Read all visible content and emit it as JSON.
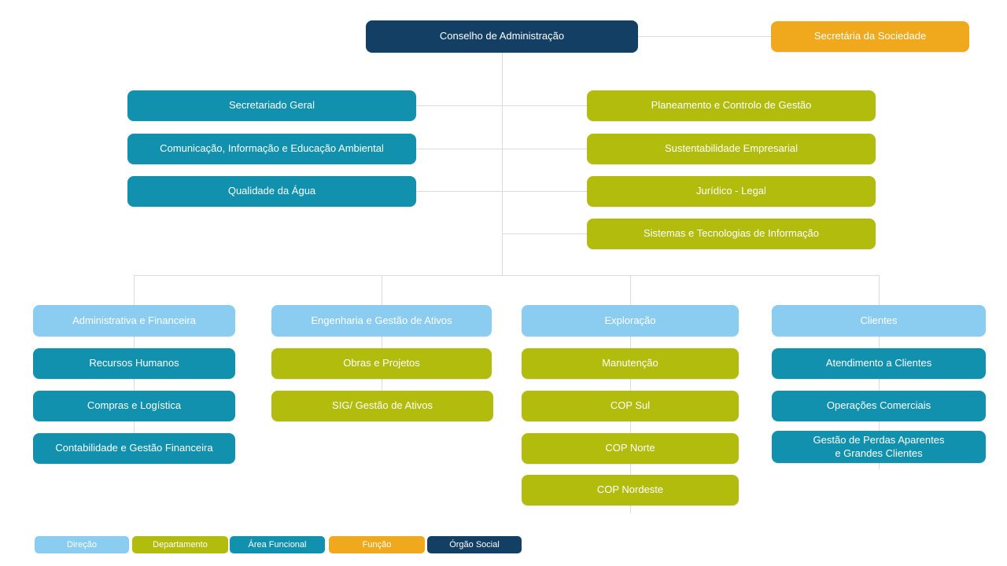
{
  "org": {
    "board": {
      "label": "Conselho de Administração"
    },
    "secretary": {
      "label": "Secretária da Sociedade"
    },
    "areas": [
      {
        "label": "Secretariado Geral"
      },
      {
        "label": "Comunicação, Informação e Educação Ambiental"
      },
      {
        "label": "Qualidade da Água"
      }
    ],
    "departments": [
      {
        "label": "Planeamento e Controlo de Gestão"
      },
      {
        "label": "Sustentabilidade Empresarial"
      },
      {
        "label": "Jurídico - Legal"
      },
      {
        "label": "Sistemas e Tecnologias de Informação"
      }
    ],
    "directions": [
      {
        "header": "Administrativa e Financeira",
        "children": [
          {
            "label": "Recursos Humanos"
          },
          {
            "label": "Compras e Logística"
          },
          {
            "label": "Contabilidade e Gestão Financeira"
          }
        ]
      },
      {
        "header": "Engenharia e Gestão de Ativos",
        "children": [
          {
            "label": "Obras e Projetos"
          },
          {
            "label": "SIG/ Gestão de Ativos"
          }
        ]
      },
      {
        "header": "Exploração",
        "children": [
          {
            "label": "Manutenção"
          },
          {
            "label": "COP Sul"
          },
          {
            "label": "COP Norte"
          },
          {
            "label": "COP Nordeste"
          }
        ]
      },
      {
        "header": "Clientes",
        "children": [
          {
            "label": "Atendimento a Clientes"
          },
          {
            "label": "Operações Comerciais"
          },
          {
            "label": "Gestão de Perdas Aparentes\ne Grandes Clientes"
          }
        ]
      }
    ]
  },
  "legend": {
    "items": [
      {
        "label": "Direção",
        "color": "#8bcdf0"
      },
      {
        "label": "Departamento",
        "color": "#b2bc0d"
      },
      {
        "label": "Área Funcional",
        "color": "#1191ad"
      },
      {
        "label": "Função",
        "color": "#f0a81c"
      },
      {
        "label": "Órgão Social",
        "color": "#123f63"
      }
    ]
  },
  "colors": {
    "direcao": "#8bcdf0",
    "departamento": "#b2bc0d",
    "area_funcional": "#1191ad",
    "funcao": "#f0a81c",
    "orgao_social": "#123f63",
    "connector": "#dcdcdc"
  }
}
